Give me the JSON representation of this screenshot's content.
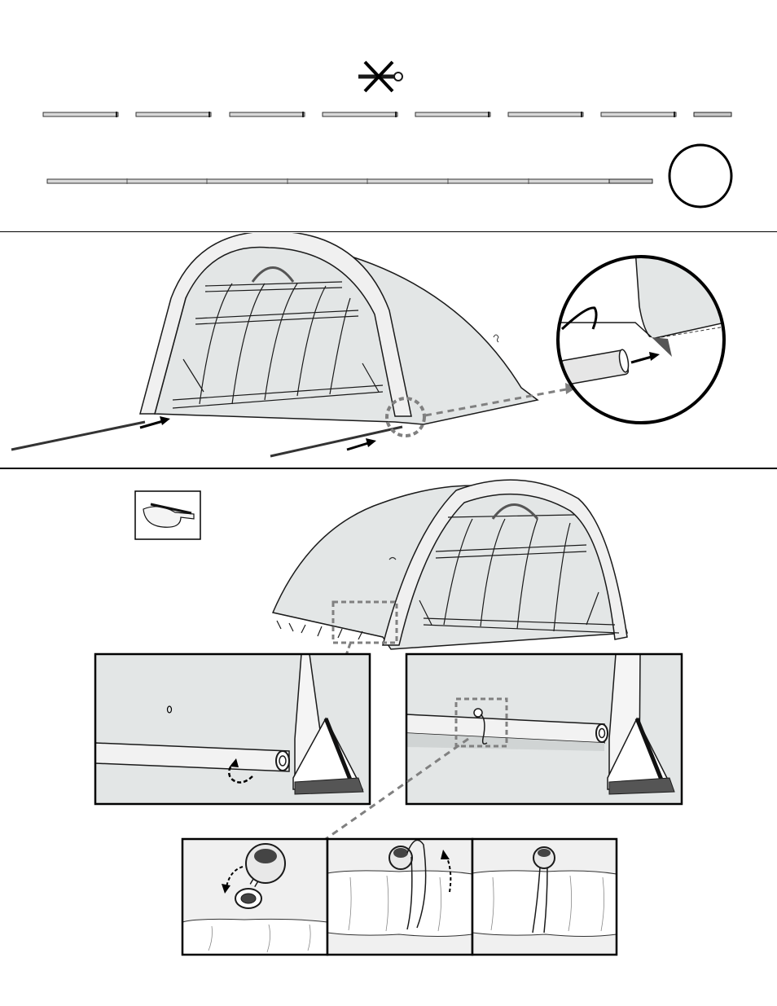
{
  "page": {
    "title": "",
    "background": "#ffffff"
  },
  "parts": {
    "icon": "no-bolt-icon",
    "tube_count_row1": 8,
    "tube_count_row2": 8,
    "tube_color": "#d9d9d9",
    "circle_label": ""
  },
  "steps": [
    {
      "id": "step-insert-pipes",
      "icon": "shelter-frame-icon"
    },
    {
      "id": "step-secure-cover",
      "icon": "safety-glasses-icon"
    }
  ],
  "details": [
    {
      "id": "detail-roll-cover",
      "icon": "roll-arrow-icon"
    },
    {
      "id": "detail-bungee-position",
      "icon": "bungee-icon"
    },
    {
      "id": "detail-ball-bungee-1",
      "icon": "ball-bungee-icon"
    },
    {
      "id": "detail-ball-bungee-2",
      "icon": "ball-bungee-icon"
    },
    {
      "id": "detail-ball-bungee-3",
      "icon": "ball-bungee-icon"
    }
  ],
  "colors": {
    "line": "#1a1a1a",
    "cover": "#e3e6e6",
    "cover_dark": "#cfd3d3",
    "dashed_callout": "#808080",
    "footing": "#555555"
  }
}
